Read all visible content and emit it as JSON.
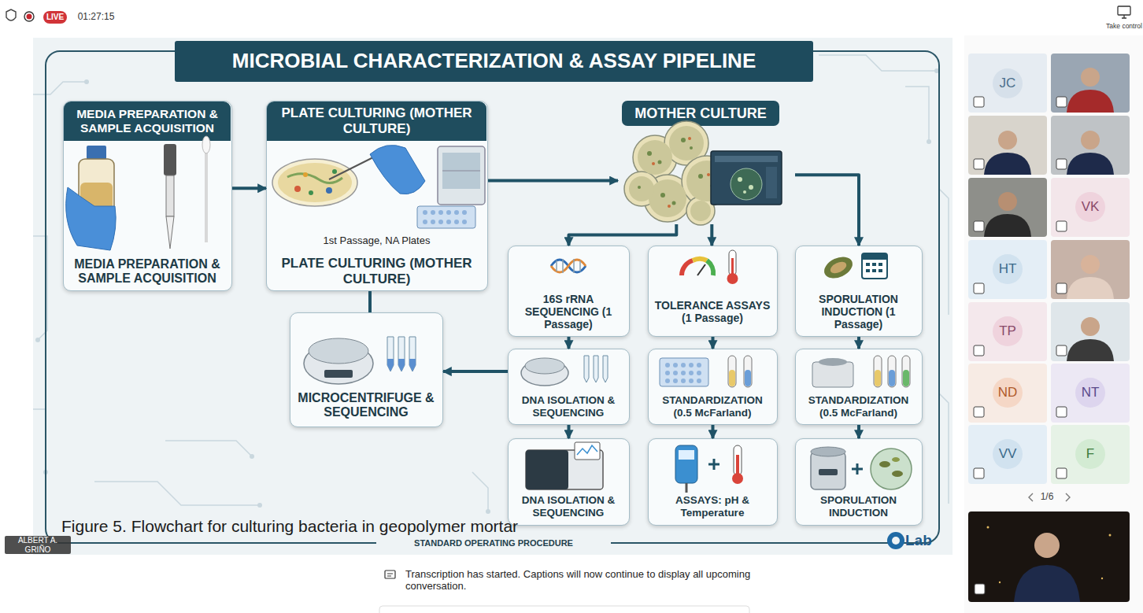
{
  "diagram": {
    "title": "MICROBIAL CHARACTERIZATION & ASSAY PIPELINE",
    "caption": "Figure 5. Flowchart for culturing bacteria in geopolymer mortar",
    "nodes": [
      {
        "text": [
          "MEDIA PREPARATION & SAMPLE ACQUISITION",
          "MEDIA PREPARATION & SAMPLE ACQUISITION"
        ]
      },
      {
        "text": [
          "PLATE CULTURING (MOTHER CULTURE)",
          "1st Passage, NA Plates",
          "PLATE CULTURING (MOTHER CULTURE)"
        ]
      },
      {
        "text": [
          "MOTHER CULTURE"
        ]
      },
      {
        "text": [
          "16S rRNA SEQUENCING (1 Passage)"
        ]
      },
      {
        "text": [
          "TOLERANCE ASSAYS (1 Passage)"
        ]
      },
      {
        "text": [
          "SPORULATION INDUCTION (1 Passage)"
        ]
      },
      {
        "text": [
          "MICROCENTRIFUGE & SEQUENCING"
        ]
      },
      {
        "text": [
          "DNA ISOLATION & SEQUENCING"
        ]
      },
      {
        "text": [
          "STANDARDIZATION (0.5 McFarland)"
        ]
      },
      {
        "text": [
          "STANDARDIZATION (0.5 McFarland)"
        ]
      },
      {
        "text": [
          "DNA ISOLATION & SEQUENCING"
        ]
      },
      {
        "text": [
          "ASSAYS: pH & Temperature"
        ]
      },
      {
        "text": [
          "SPORULATION INDUCTION"
        ]
      }
    ],
    "edges": [
      {
        "from": 0,
        "to": 1,
        "arrow": "to"
      },
      {
        "from": 1,
        "to": 2,
        "arrow": "to"
      },
      {
        "from": 2,
        "to": 3,
        "arrow": "to"
      },
      {
        "from": 2,
        "to": 4,
        "arrow": "to"
      },
      {
        "from": 2,
        "to": 5,
        "arrow": "to"
      },
      {
        "from": 1,
        "to": 6,
        "arrow": "none"
      },
      {
        "from": 3,
        "to": 7,
        "arrow": "to"
      },
      {
        "from": 7,
        "to": 6,
        "arrow": "to"
      },
      {
        "from": 4,
        "to": 8,
        "arrow": "to"
      },
      {
        "from": 5,
        "to": 9,
        "arrow": "to"
      },
      {
        "from": 7,
        "to": 10,
        "arrow": "to"
      },
      {
        "from": 8,
        "to": 11,
        "arrow": "to"
      },
      {
        "from": 9,
        "to": 12,
        "arrow": "to"
      }
    ],
    "labels": [
      "LIVE",
      "01:27:15",
      "Take control",
      "STANDARD OPERATING PROCEDURE",
      "Lab",
      "ALBERT A. GRIÑO",
      "Transcription has started. Captions will now continue to display all upcoming conversation.",
      "JC",
      "VK",
      "HT",
      "TP",
      "ND",
      "NT",
      "VV",
      "F",
      "1/6"
    ]
  }
}
